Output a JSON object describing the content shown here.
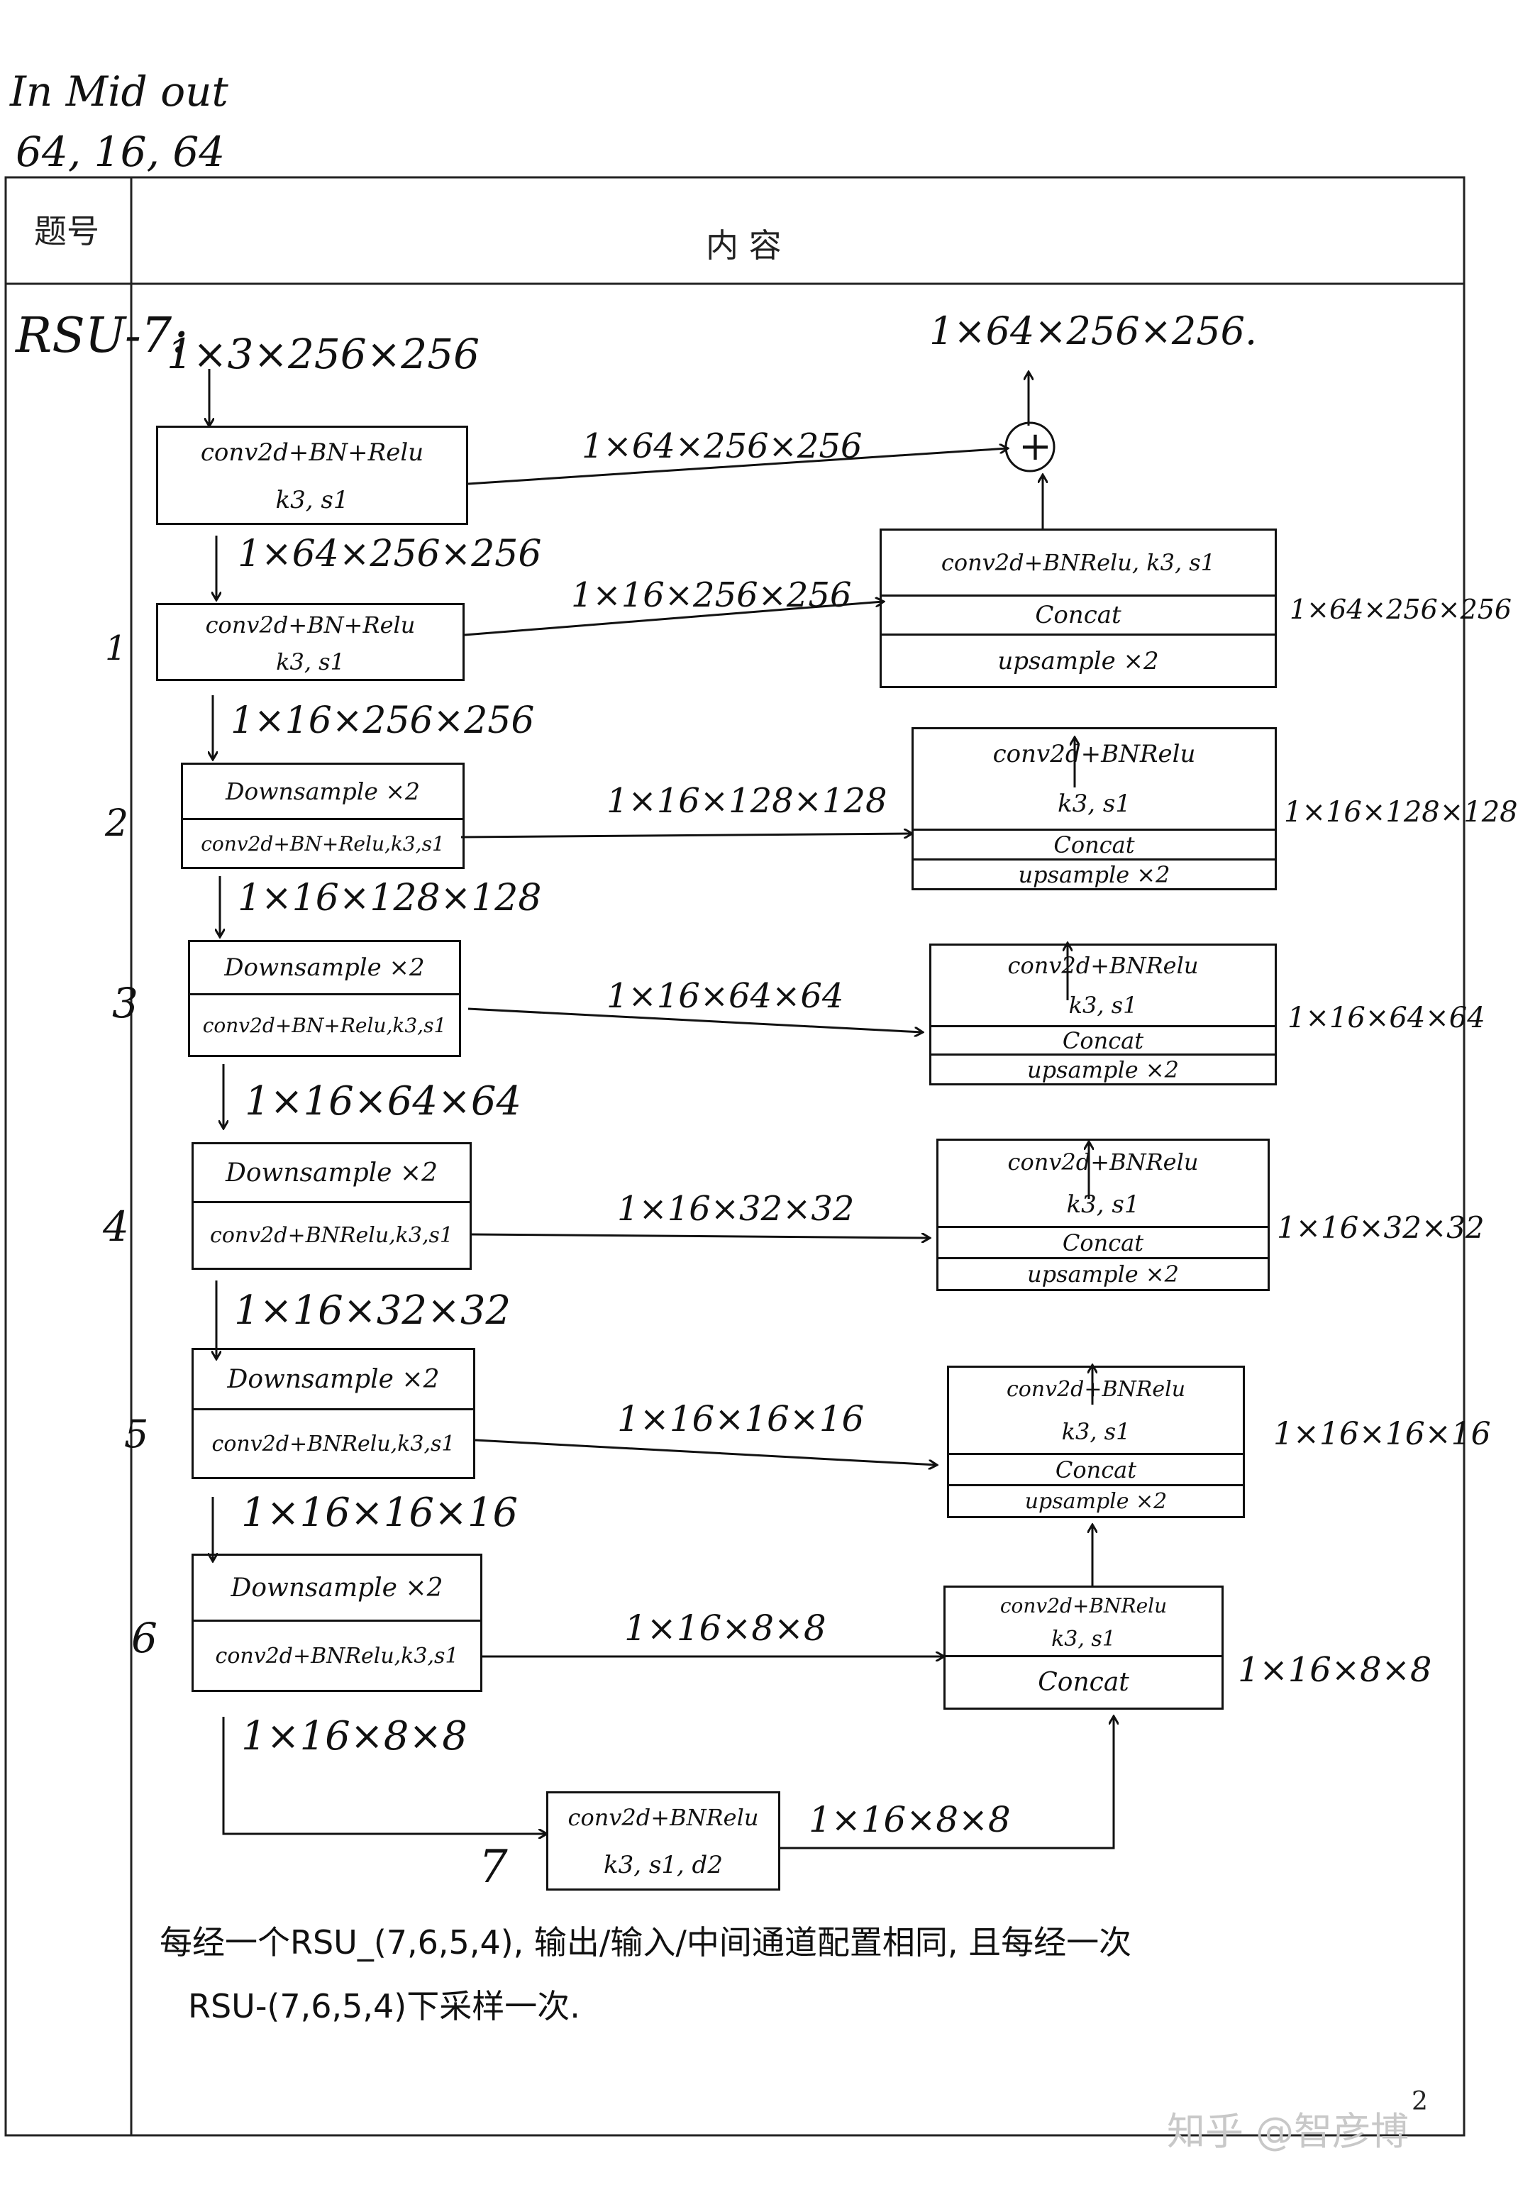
{
  "header_notes": {
    "line1": "In Mid out",
    "line2": "64, 16, 64"
  },
  "table": {
    "col_label": "题号",
    "col_content": "内        容",
    "page_number": "2"
  },
  "rsu": {
    "label": "RSU-7:",
    "input_shape": "1×3×256×256",
    "output_shape": "1×64×256×256."
  },
  "row_numbers": [
    "1",
    "2",
    "3",
    "4",
    "5",
    "6",
    "7"
  ],
  "encoder": [
    {
      "rows": [
        "conv2d+BN+Relu",
        "k3, s1"
      ],
      "below": "1×64×256×256",
      "arrow_label": "1×64×256×256"
    },
    {
      "rows": [
        "conv2d+BN+Relu",
        "k3, s1"
      ],
      "below": "1×16×256×256",
      "arrow_label": "1×16×256×256"
    },
    {
      "rows": [
        "Downsample ×2",
        "conv2d+BN+Relu,k3,s1"
      ],
      "below": "1×16×128×128",
      "arrow_label": "1×16×128×128"
    },
    {
      "rows": [
        "Downsample ×2",
        "conv2d+BN+Relu,k3,s1"
      ],
      "below": "1×16×64×64",
      "arrow_label": "1×16×64×64"
    },
    {
      "rows": [
        "Downsample ×2",
        "conv2d+BNRelu,k3,s1"
      ],
      "below": "1×16×32×32",
      "arrow_label": "1×16×32×32"
    },
    {
      "rows": [
        "Downsample ×2",
        "conv2d+BNRelu,k3,s1"
      ],
      "below": "1×16×16×16",
      "arrow_label": "1×16×16×16"
    },
    {
      "rows": [
        "Downsample ×2",
        "conv2d+BNRelu,k3,s1"
      ],
      "below": "1×16×8×8",
      "arrow_label": "1×16×8×8"
    }
  ],
  "bottleneck": {
    "rows": [
      "conv2d+BNRelu",
      "k3, s1, d2"
    ],
    "arrow_label": "1×16×8×8"
  },
  "decoder": [
    {
      "rows": [
        "conv2d+BNRelu, k3, s1",
        "Concat",
        "upsample ×2"
      ],
      "side_label": "1×64×256×256"
    },
    {
      "rows": [
        "conv2d+BNRelu",
        "k3, s1",
        "Concat",
        "upsample ×2"
      ],
      "side_label": "1×16×128×128"
    },
    {
      "rows": [
        "conv2d+BNRelu",
        "k3, s1",
        "Concat",
        "upsample ×2"
      ],
      "side_label": "1×16×64×64"
    },
    {
      "rows": [
        "conv2d+BNRelu",
        "k3, s1",
        "Concat",
        "upsample ×2"
      ],
      "side_label": "1×16×32×32"
    },
    {
      "rows": [
        "conv2d+BNRelu",
        "k3, s1",
        "Concat",
        "upsample ×2"
      ],
      "side_label": "1×16×16×16"
    },
    {
      "rows": [
        "conv2d+BNRelu",
        "k3, s1",
        "Concat"
      ],
      "side_label": "1×16×8×8"
    }
  ],
  "plus_symbol": "+",
  "note": {
    "line1": "每经一个RSU_(7,6,5,4), 输出/输入/中间通道配置相同, 且每经一次",
    "line2": "RSU-(7,6,5,4)下采样一次."
  },
  "watermark": "知乎 @智彦博"
}
